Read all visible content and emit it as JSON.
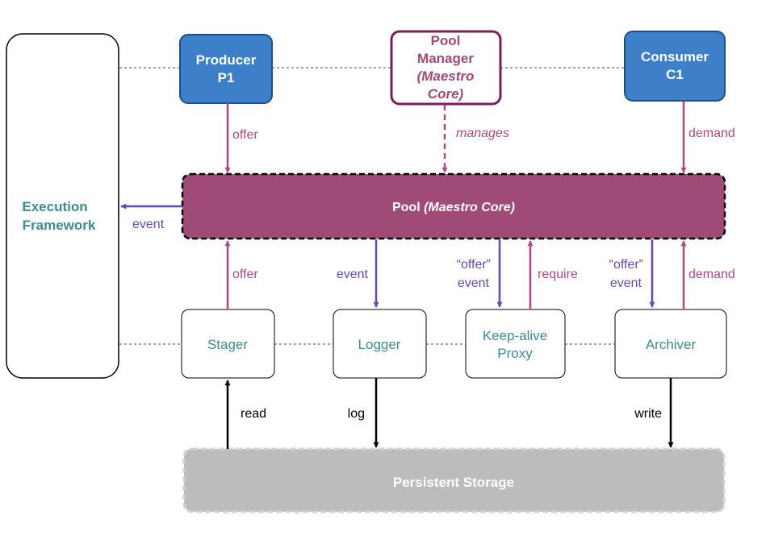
{
  "nodes": {
    "execution_framework": {
      "lines": [
        "Execution",
        "Framework"
      ]
    },
    "producer": {
      "lines": [
        "Producer",
        "P1"
      ]
    },
    "pool_manager": {
      "lines": [
        "Pool",
        "Manager",
        "(Maestro",
        "Core)"
      ]
    },
    "consumer": {
      "lines": [
        "Consumer",
        "C1"
      ]
    },
    "pool": {
      "label": "Pool ",
      "label_italic": "(Maestro Core)"
    },
    "stager": {
      "label": "Stager"
    },
    "logger": {
      "label": "Logger"
    },
    "keepalive": {
      "lines": [
        "Keep-alive",
        "Proxy"
      ]
    },
    "archiver": {
      "label": "Archiver"
    },
    "storage": {
      "label": "Persistent Storage"
    }
  },
  "edges": {
    "producer_offer": "offer",
    "manages": "manages",
    "consumer_demand": "demand",
    "pool_event": "event",
    "stager_offer": "offer",
    "logger_event": "event",
    "keepalive_offer_event": [
      "“offer”",
      "event"
    ],
    "keepalive_require": "require",
    "archiver_offer_event": [
      "“offer”",
      "event"
    ],
    "archiver_demand": "demand",
    "stager_read": "read",
    "logger_log": "log",
    "archiver_write": "write"
  },
  "colors": {
    "blue_fill": "#3d7fc8",
    "blue_stroke": "#1f4d85",
    "maroon": "#a04a78",
    "manager_stroke": "#7a1f56",
    "pink_arrow": "#b0477f",
    "purple_arrow": "#6448b4",
    "teal_text": "#3f8a8e",
    "storage_fill": "#bcbcbc",
    "storage_text": "#ffffff"
  }
}
